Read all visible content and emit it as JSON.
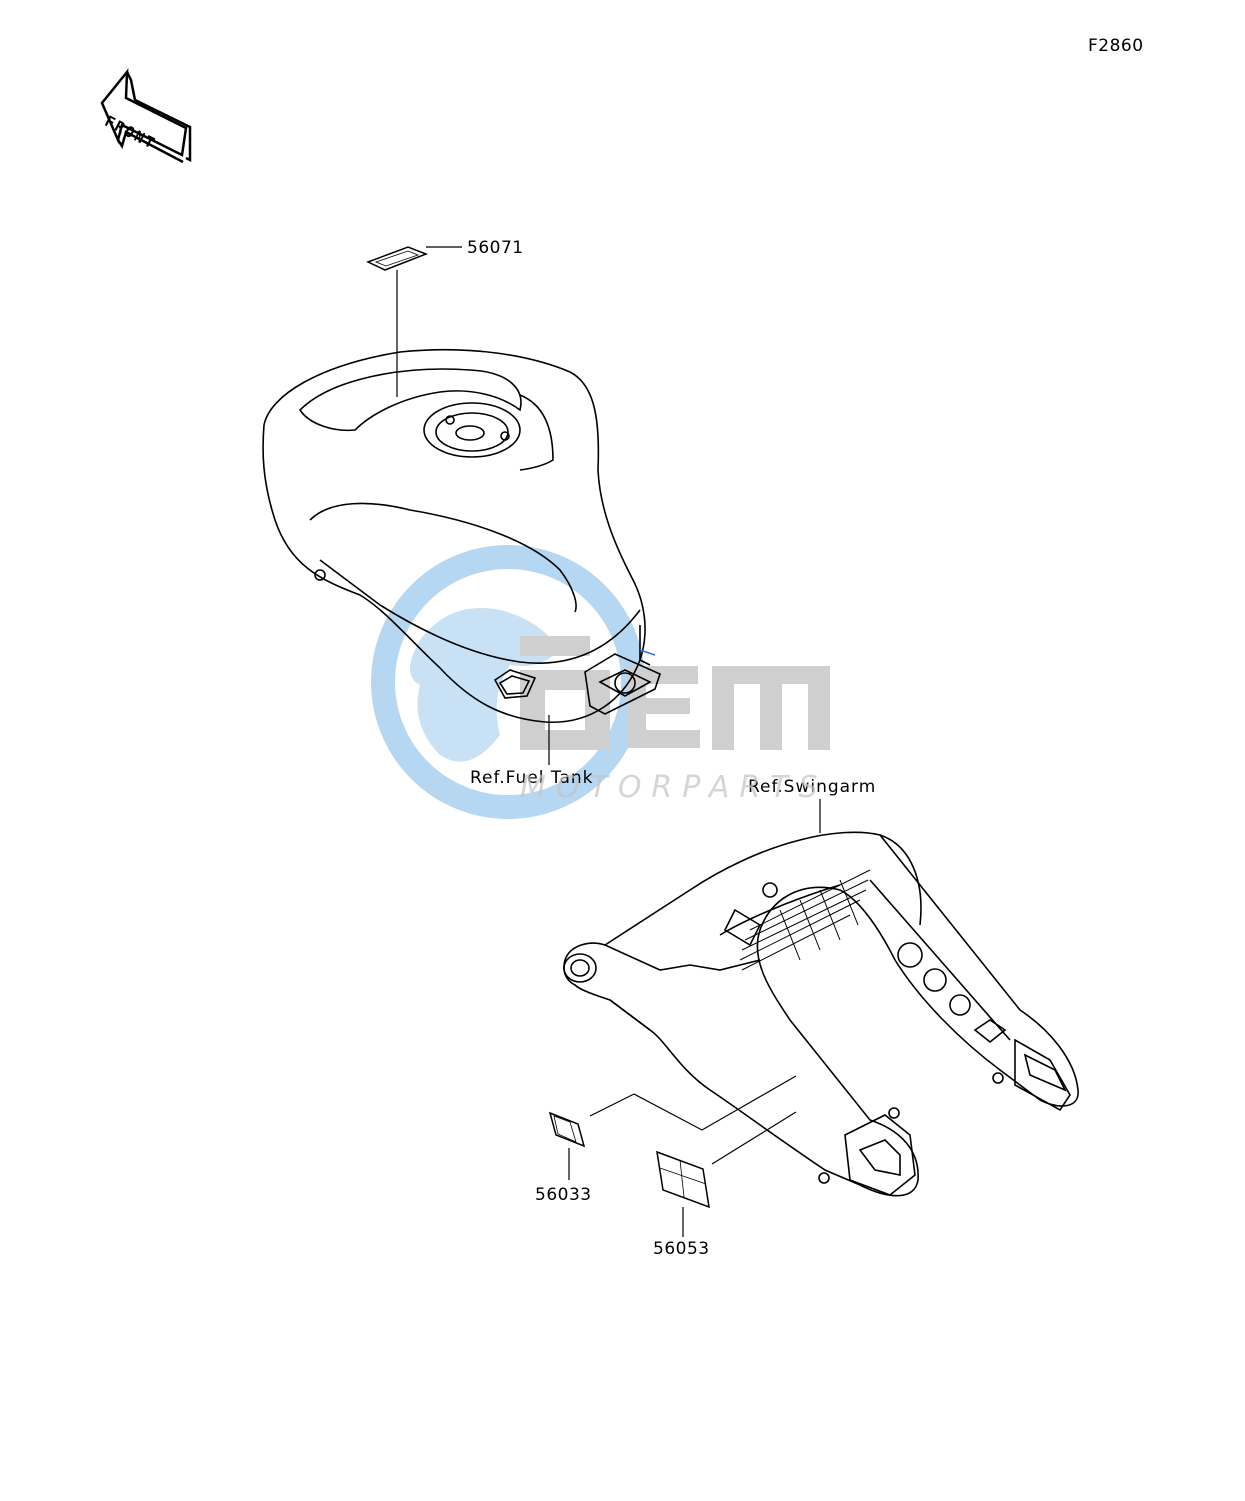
{
  "figure_code": "F2860",
  "front_arrow_text": "FRONT",
  "parts": [
    {
      "number": "56071",
      "item": "label-fuel-tank-top"
    },
    {
      "number": "56033",
      "item": "label-swingarm-small"
    },
    {
      "number": "56053",
      "item": "label-swingarm-large"
    }
  ],
  "references": {
    "fuel_tank": "Ref.Fuel Tank",
    "swingarm": "Ref.Swingarm"
  },
  "watermark": {
    "brand": "OEM",
    "tagline": "MOTORPARTS",
    "colors": {
      "globe": "#7bb7e6",
      "letters": "#a8a8a8"
    }
  },
  "line_color": "#000000"
}
